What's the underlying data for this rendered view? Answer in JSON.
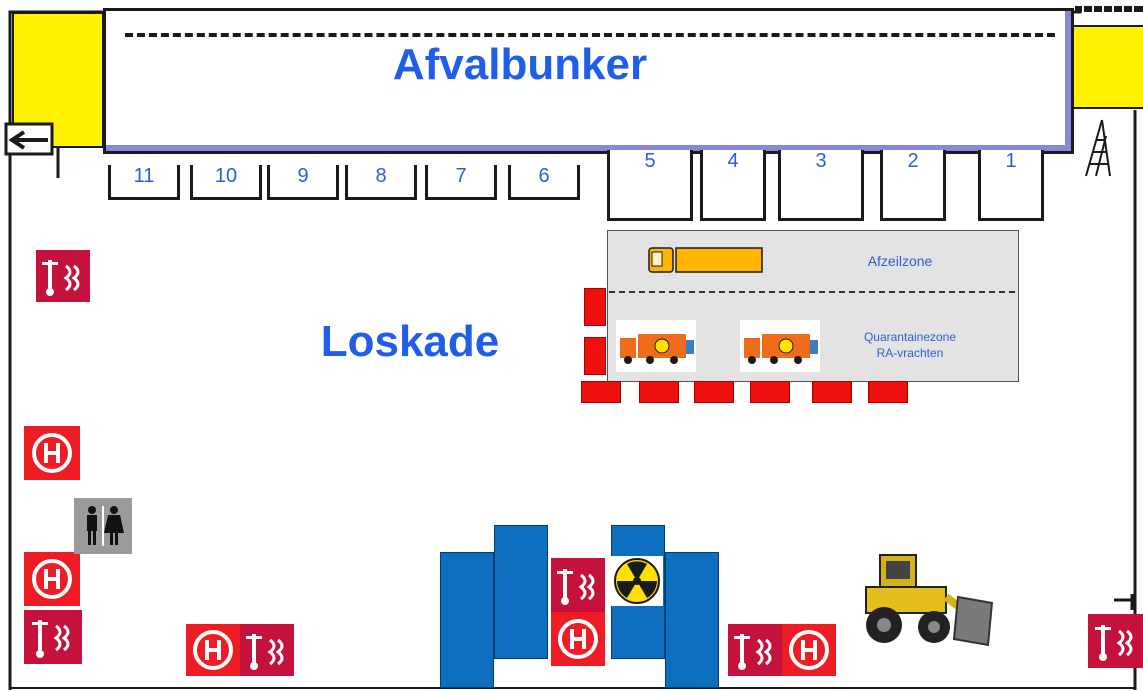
{
  "map": {
    "bunker_title": "Afvalbunker",
    "quay_title": "Loskade",
    "bays": [
      "11",
      "10",
      "9",
      "8",
      "7",
      "6",
      "5",
      "4",
      "3",
      "2",
      "1"
    ],
    "zone_upper_label": "Afzeilzone",
    "zone_lower_label_line1": "Quarantainezone",
    "zone_lower_label_line2": "RA-vrachten"
  },
  "colors": {
    "label_blue": "#1f5ee8",
    "fire_sign": "#c4123c",
    "hydrant_red": "#ee1c25",
    "container_blue": "#0d6fbd",
    "barrier_red": "#ee0f0f",
    "stair_zone_yellow": "#fff200",
    "truck_yellow": "#ffb400",
    "truck_orange": "#ef6d1a"
  },
  "icons": [
    "fire-hose-reel-icon",
    "fire-hydrant-icon",
    "toilet-icon",
    "radiation-icon",
    "ladder-icon",
    "exit-arrow-icon",
    "wheel-loader-icon",
    "truck-icon",
    "ra-truck-icon"
  ]
}
